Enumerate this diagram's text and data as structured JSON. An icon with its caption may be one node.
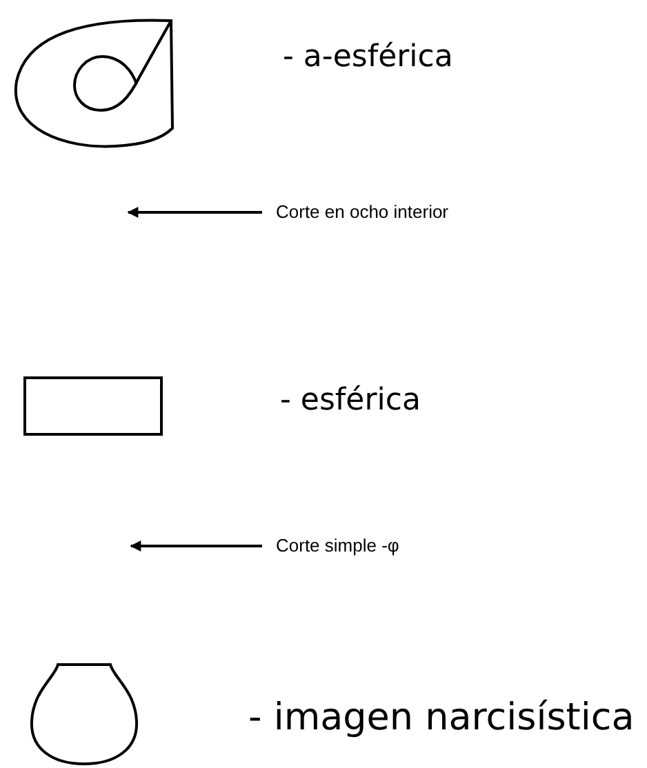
{
  "diagram": {
    "nodes": [
      {
        "text": [],
        "shape": "drop",
        "beside": [
          "- a-esférica"
        ]
      },
      {
        "text": [
          "Corte en ocho interior"
        ]
      },
      {
        "text": [],
        "shape": "box",
        "beside": [
          "- esférica"
        ]
      },
      {
        "text": [
          "Corte simple -φ"
        ]
      },
      {
        "text": [],
        "shape": "bulb",
        "beside": [
          "- imagen narcisística"
        ]
      }
    ],
    "edges": [
      {
        "from": 1,
        "to": null,
        "arrow": "to"
      },
      {
        "from": 3,
        "to": null,
        "arrow": "to"
      }
    ]
  }
}
